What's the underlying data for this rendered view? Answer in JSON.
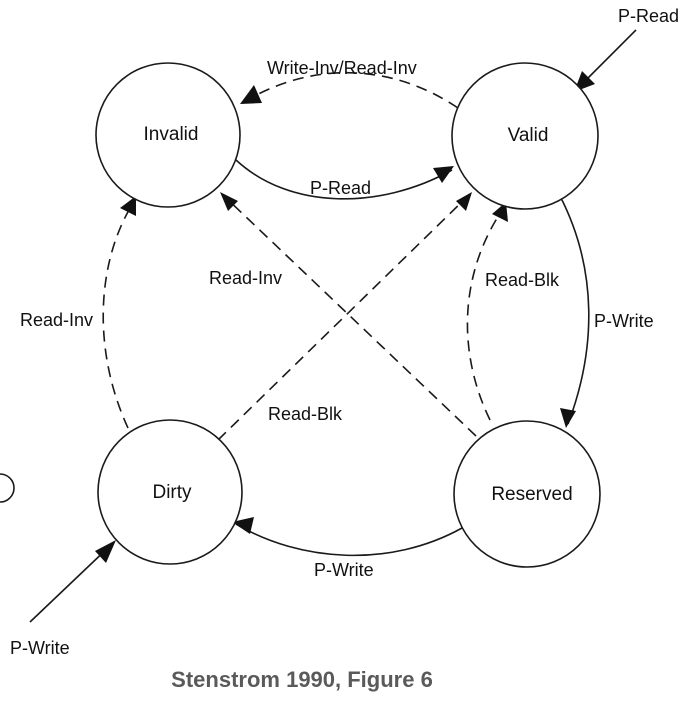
{
  "diagram": {
    "states": {
      "invalid": "Invalid",
      "valid": "Valid",
      "dirty": "Dirty",
      "reserved": "Reserved"
    },
    "edges": {
      "valid_to_invalid": "Write-Inv/Read-Inv",
      "invalid_to_valid": "P-Read",
      "dirty_to_invalid": "Read-Inv",
      "reserved_to_invalid": "Read-Inv",
      "reserved_to_valid": "Read-Blk",
      "valid_to_reserved": "P-Write",
      "dirty_to_valid": "Read-Blk",
      "reserved_to_dirty": "P-Write",
      "entry_valid": "P-Read",
      "entry_dirty": "P-Write"
    }
  },
  "caption": "Stenstrom 1990, Figure 6"
}
